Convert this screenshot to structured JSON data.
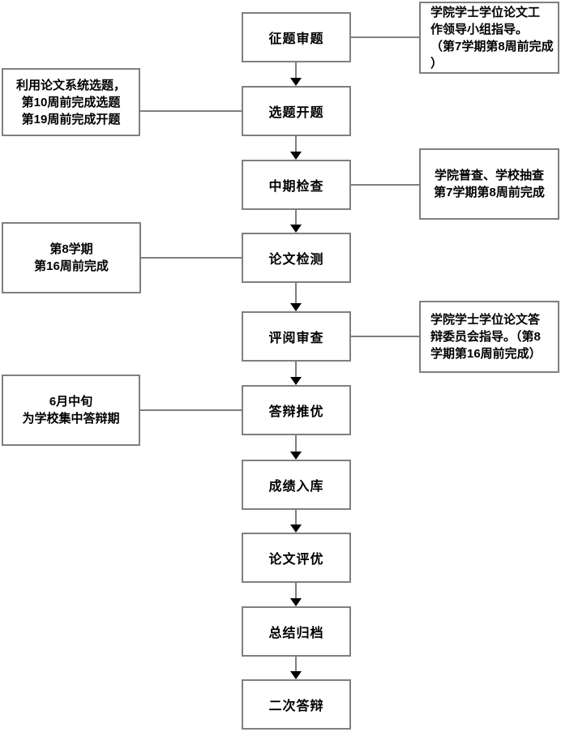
{
  "flow": {
    "steps": [
      {
        "label": "征题审题"
      },
      {
        "label": "选题开题"
      },
      {
        "label": "中期检查"
      },
      {
        "label": "论文检测"
      },
      {
        "label": "评阅审查"
      },
      {
        "label": "答辩推优"
      },
      {
        "label": "成绩入库"
      },
      {
        "label": "论文评优"
      },
      {
        "label": "总结归档"
      },
      {
        "label": "二次答辩"
      }
    ],
    "notes": [
      {
        "side": "right",
        "attached_step": "征题审题",
        "text": "学院学士学位论文工\n作领导小组指导。\n（第7学期第8周前完成\n）"
      },
      {
        "side": "left",
        "attached_step": "选题开题",
        "text": "利用论文系统选题，\n第10周前完成选题\n第19周前完成开题"
      },
      {
        "side": "right",
        "attached_step": "中期检查",
        "text": "学院普查、学校抽查\n第7学期第8周前完成"
      },
      {
        "side": "left",
        "attached_step": "论文检测",
        "text": "第8学期\n第16周前完成"
      },
      {
        "side": "right",
        "attached_step": "评阅审查",
        "text": "学院学士学位论文答\n辩委员会指导。（第8\n学期第16周前完成）"
      },
      {
        "side": "left",
        "attached_step": "答辩推优",
        "text": "6月中旬\n为学校集中答辩期"
      }
    ]
  },
  "colors": {
    "background": "#ffffff",
    "box_border": "#7f7f7f",
    "connector_line": "#7f7f7f",
    "arrowhead": "#000000",
    "text": "#000000"
  }
}
